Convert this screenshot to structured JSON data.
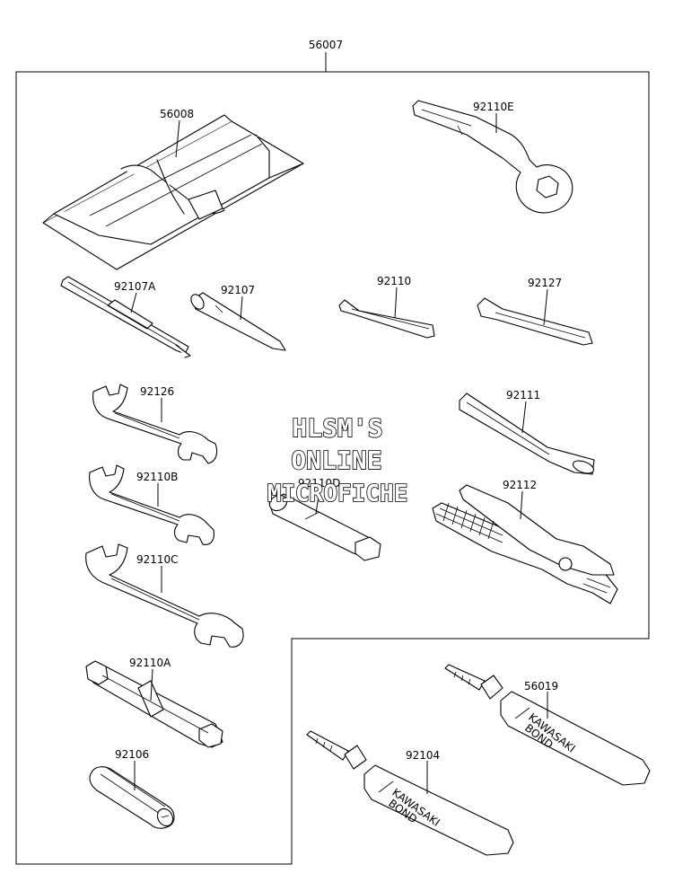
{
  "diagram": {
    "assembly_label": "56007",
    "parts": {
      "tool_bag": "56008",
      "ring_spanner": "92110E",
      "screwdriver_blade": "92107A",
      "screwdriver_handle": "92107",
      "hex_key_small": "92110",
      "hex_key_large": "92127",
      "wrench_92126": "92126",
      "bar_92111": "92111",
      "wrench_92110b": "92110B",
      "socket_92110d": "92110D",
      "pliers": "92112",
      "wrench_92110c": "92110C",
      "socket_92110a": "92110A",
      "bond_56019": "56019",
      "plug_92106": "92106",
      "bond_92104": "92104"
    },
    "tube_text": {
      "line1": "KAWASAKI",
      "line2": "BOND"
    }
  },
  "watermark": {
    "line1": "HLSM'S",
    "line2": "ONLINE",
    "line3": "MICROFICHE"
  }
}
